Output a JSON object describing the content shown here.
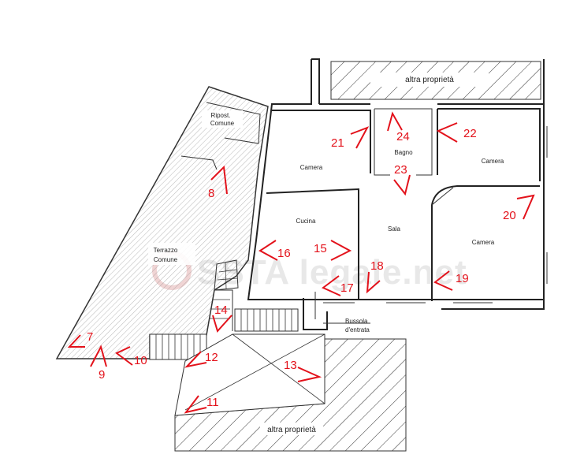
{
  "rooms": {
    "ripost": "Ripost.",
    "comune": "Comune",
    "camera_left": "Camera",
    "bagno": "Bagno",
    "camera_right": "Camera",
    "cucina": "Cucina",
    "sala": "Sala",
    "camera_bottom": "Camera",
    "terrazzo": "Terrazzo",
    "terrazzo_comune": "Comune",
    "bussola": "Bussola",
    "bussola_entrata": "d'entrata",
    "altra_top": "altra proprietà",
    "altra_bottom": "altra proprietà"
  },
  "watermark": "SSTA legale.net",
  "markers": [
    "7",
    "8",
    "9",
    "10",
    "11",
    "12",
    "13",
    "14",
    "15",
    "16",
    "17",
    "18",
    "19",
    "20",
    "21",
    "22",
    "23",
    "24"
  ],
  "colors": {
    "marker": "#e3121b",
    "wall": "#222222",
    "hatch": "#555555"
  }
}
